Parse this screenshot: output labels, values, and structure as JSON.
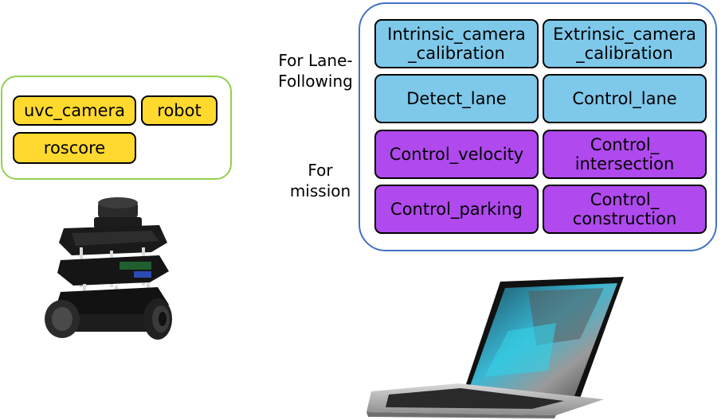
{
  "robot_nodes": {
    "uvc_camera": "uvc_camera",
    "robot": "robot",
    "roscore": "roscore"
  },
  "labels": {
    "lane_following": "For Lane-\nFollowing",
    "mission": "For\nmission"
  },
  "pc_nodes": {
    "intrinsic": "Intrinsic_camera\n_calibration",
    "extrinsic": "Extrinsic_camera\n_calibration",
    "detect_lane": "Detect_lane",
    "control_lane": "Control_lane",
    "control_velocity": "Control_velocity",
    "control_intersection": "Control_\nintersection",
    "control_parking": "Control_parking",
    "control_construction": "Control_\nconstruction"
  },
  "colors": {
    "robot_panel_border": "#92d050",
    "pc_panel_border": "#4472c4",
    "robot_node_fill": "#ffd92e",
    "lane_node_fill": "#7ec8ea",
    "mission_node_fill": "#b049ee"
  },
  "illustrations": [
    "turtlebot-robot-image",
    "laptop-image"
  ]
}
